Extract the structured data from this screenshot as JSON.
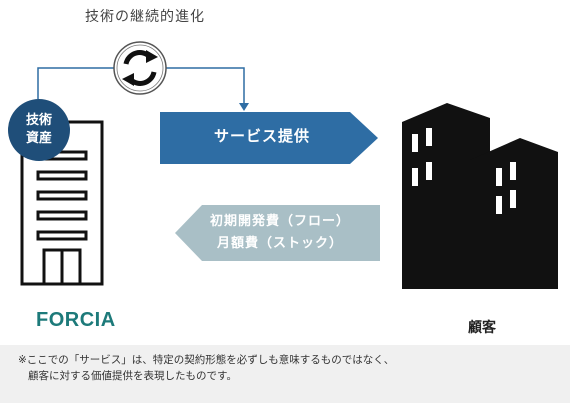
{
  "header": {
    "cycle_label": "技術の継続的進化"
  },
  "provider": {
    "asset_label_line1": "技術",
    "asset_label_line2": "資産",
    "logo_text": "FORCIA"
  },
  "flows": {
    "service": "サービス提供",
    "fee_line1": "初期開発費（フロー）",
    "fee_line2": "月額費（ストック）"
  },
  "customer": {
    "label": "顧客"
  },
  "note": {
    "line1": "※ここでの「サービス」は、特定の契約形態を必ずしも意味するものではなく、",
    "line2": "   顧客に対する価値提供を表現したものです。"
  },
  "colors": {
    "service_arrow": "#2e6da4",
    "fee_arrow": "#a9bfc6",
    "badge": "#1f4e79",
    "building": "#111111"
  },
  "icons": {
    "cycle": "refresh-cycle-icon"
  }
}
